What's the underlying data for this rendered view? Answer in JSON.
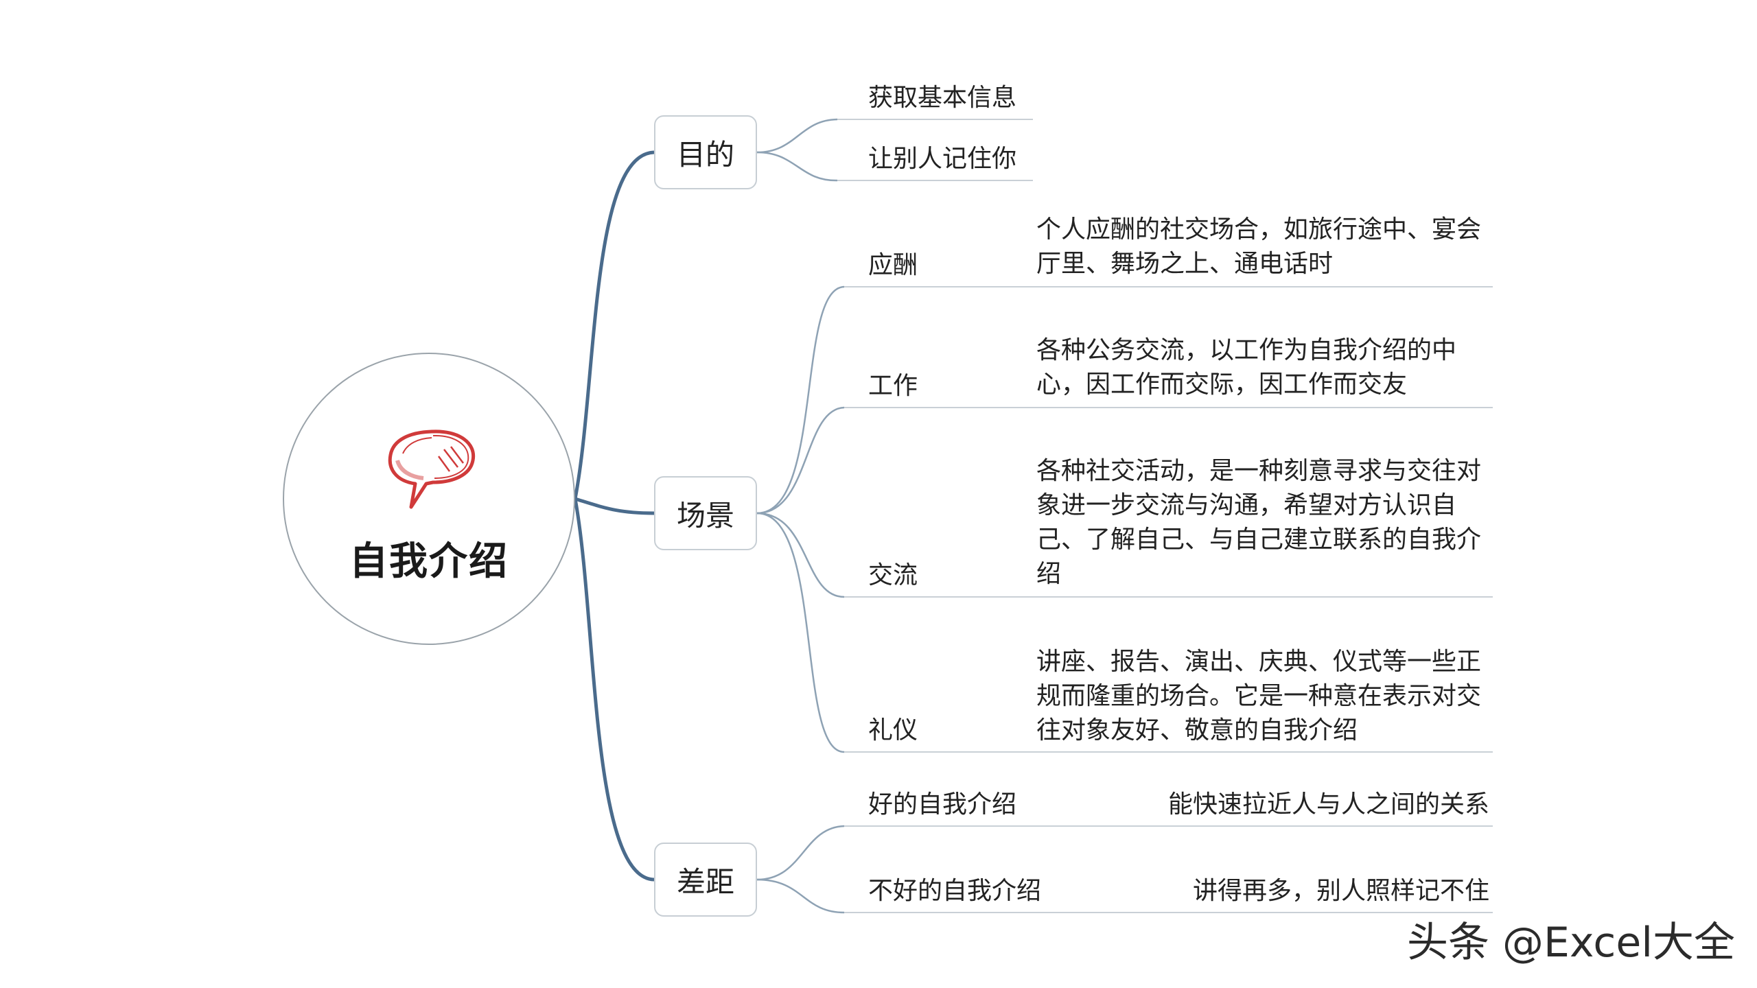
{
  "root": {
    "title": "自我介绍",
    "icon": "speech-bubble-icon"
  },
  "branches": {
    "purpose": {
      "label": "目的",
      "items": [
        "获取基本信息",
        "让别人记住你"
      ]
    },
    "scenes": {
      "label": "场景",
      "items": [
        {
          "label": "应酬",
          "desc": "个人应酬的社交场合，如旅行途中、宴会厅里、舞场之上、通电话时"
        },
        {
          "label": "工作",
          "desc": "各种公务交流，以工作为自我介绍的中心，因工作而交际，因工作而交友"
        },
        {
          "label": "交流",
          "desc": "各种社交活动，是一种刻意寻求与交往对象进一步交流与沟通，希望对方认识自己、了解自己、与自己建立联系的自我介绍"
        },
        {
          "label": "礼仪",
          "desc": "讲座、报告、演出、庆典、仪式等一些正规而隆重的场合。它是一种意在表示对交往对象友好、敬意的自我介绍"
        }
      ]
    },
    "gap": {
      "label": "差距",
      "items": [
        {
          "label": "好的自我介绍",
          "desc": "能快速拉近人与人之间的关系"
        },
        {
          "label": "不好的自我介绍",
          "desc": "讲得再多，别人照样记不住"
        }
      ]
    }
  },
  "watermark": "头条 @Excel大全",
  "colors": {
    "trunk": "#4a6b8c",
    "branch": "#8ea2b4",
    "underline": "#c9d0d6",
    "icon": "#d03a3a"
  }
}
